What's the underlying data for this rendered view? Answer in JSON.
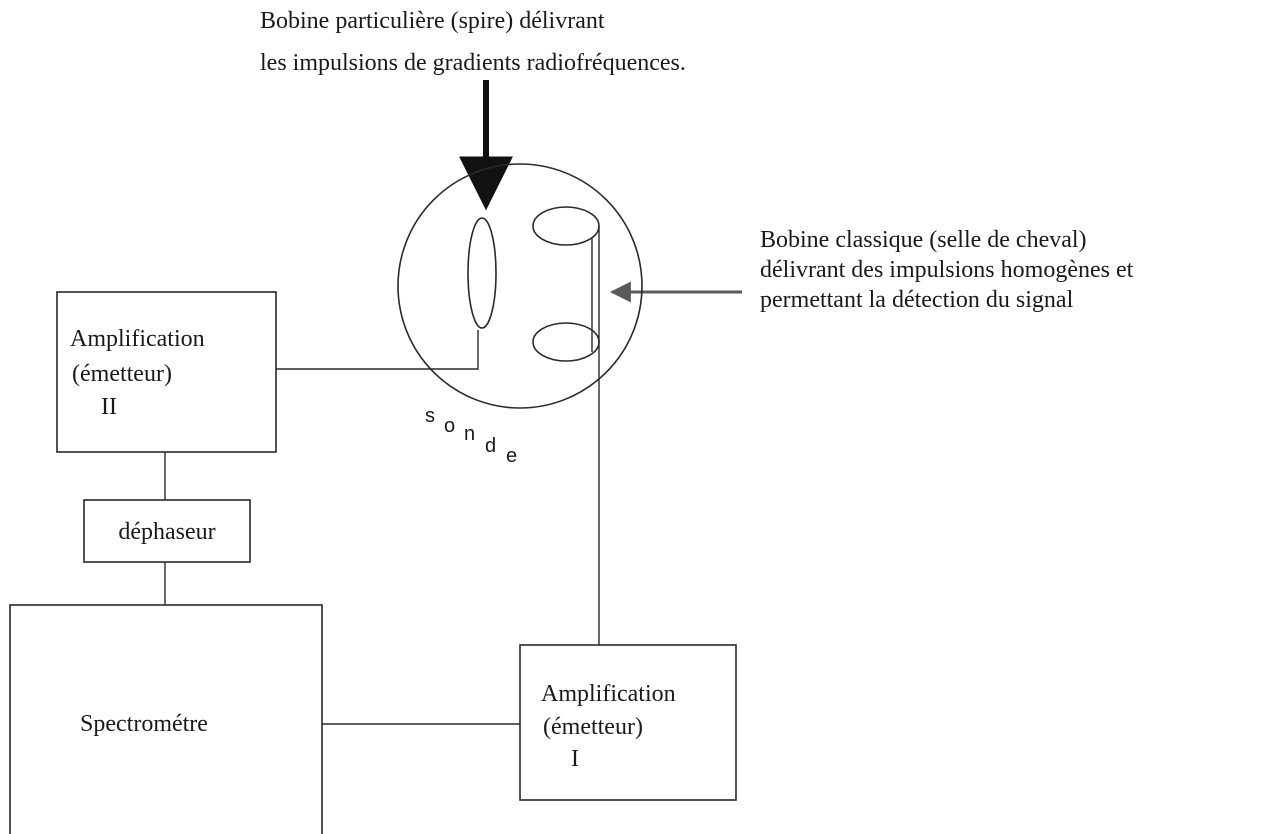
{
  "annotations": {
    "spire_line1": "Bobine particulière (spire) délivrant",
    "spire_line2": "les impulsions de gradients radiofréquences.",
    "selle_line1": "Bobine classique (selle de cheval)",
    "selle_line2": "délivrant des impulsions homogènes et",
    "selle_line3": "permettant la détection du signal"
  },
  "boxes": {
    "ampli_ii": {
      "line1": "Amplification",
      "line2": "(émetteur)",
      "line3": "II"
    },
    "dephaseur": {
      "label": "déphaseur"
    },
    "spectrometre": {
      "label": "Spectrométre"
    },
    "ampli_i": {
      "line1": "Amplification",
      "line2": "(émetteur)",
      "line3": "I"
    }
  },
  "probe": {
    "letters": [
      "s",
      "o",
      "n",
      "d",
      "e"
    ]
  }
}
